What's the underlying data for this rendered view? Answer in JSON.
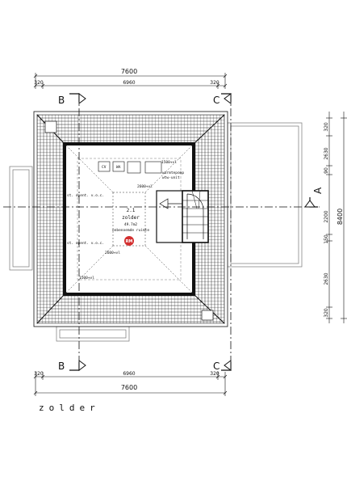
{
  "drawing": {
    "floor_title": "zolder",
    "overall_width_top": "7600",
    "overall_width_bottom": "7600",
    "inner_width_top": "6960",
    "inner_width_bottom": "6960",
    "edge_top_left": "320",
    "edge_top_right": "320",
    "edge_bottom_left": "320",
    "edge_bottom_right": "320",
    "overall_depth": "8400",
    "depth_segments": [
      "320",
      "2630",
      "90",
      "2200",
      "150",
      "2630",
      "320"
    ],
    "section_b": "B",
    "section_c": "C",
    "section_a": "A"
  },
  "room": {
    "number": "2.1",
    "name": "zolder",
    "area": "49.7m2",
    "type": "onbenoemde ruimte",
    "badge": "RM",
    "badge_color": "#d32f2f"
  },
  "annotations": {
    "ventilation_1": "st. opent. v.o.c.",
    "ventilation_2": "st. opent. v.o.c.",
    "heat_pump": "warmtepomp",
    "wtw_unit": "wtw-unit",
    "appliance_1": "CV",
    "appliance_2": "WA",
    "height_1": "1500+vl",
    "height_2": "2600+vl",
    "height_3": "2600+vl",
    "height_4": "1500+vl"
  }
}
